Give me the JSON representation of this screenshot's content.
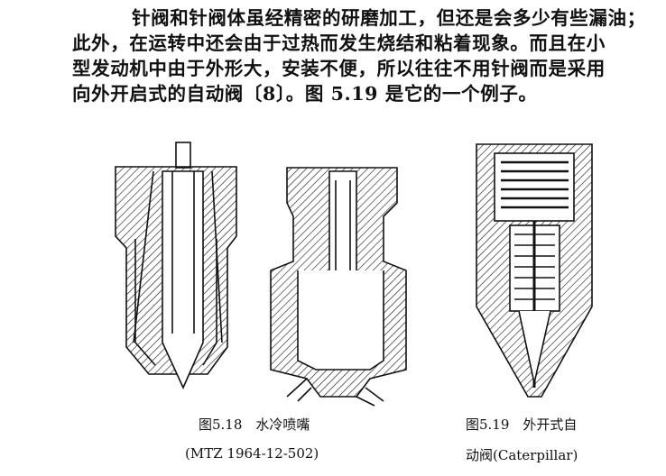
{
  "paragraph": {
    "lines": [
      "针阀和针阀体虽经精密的研磨加工，但还是会多少有些漏油；",
      "此外，在运转中还会由于过热而发生烧结和粘着现象。而且在小",
      "型发动机中由于外形大，安装不便，所以往往不用针阀而是采用",
      "向外开启式的自动阀〔8〕。图 5.19 是它的一个例子。"
    ]
  },
  "figures": [
    {
      "caption_line1": "图5.18　水冷喷嘴",
      "caption_line2": "(MTZ 1964-12-502)"
    },
    {
      "caption_line1": "图5.19　外开式自",
      "caption_line2": "动阀(Caterpillar)"
    }
  ]
}
